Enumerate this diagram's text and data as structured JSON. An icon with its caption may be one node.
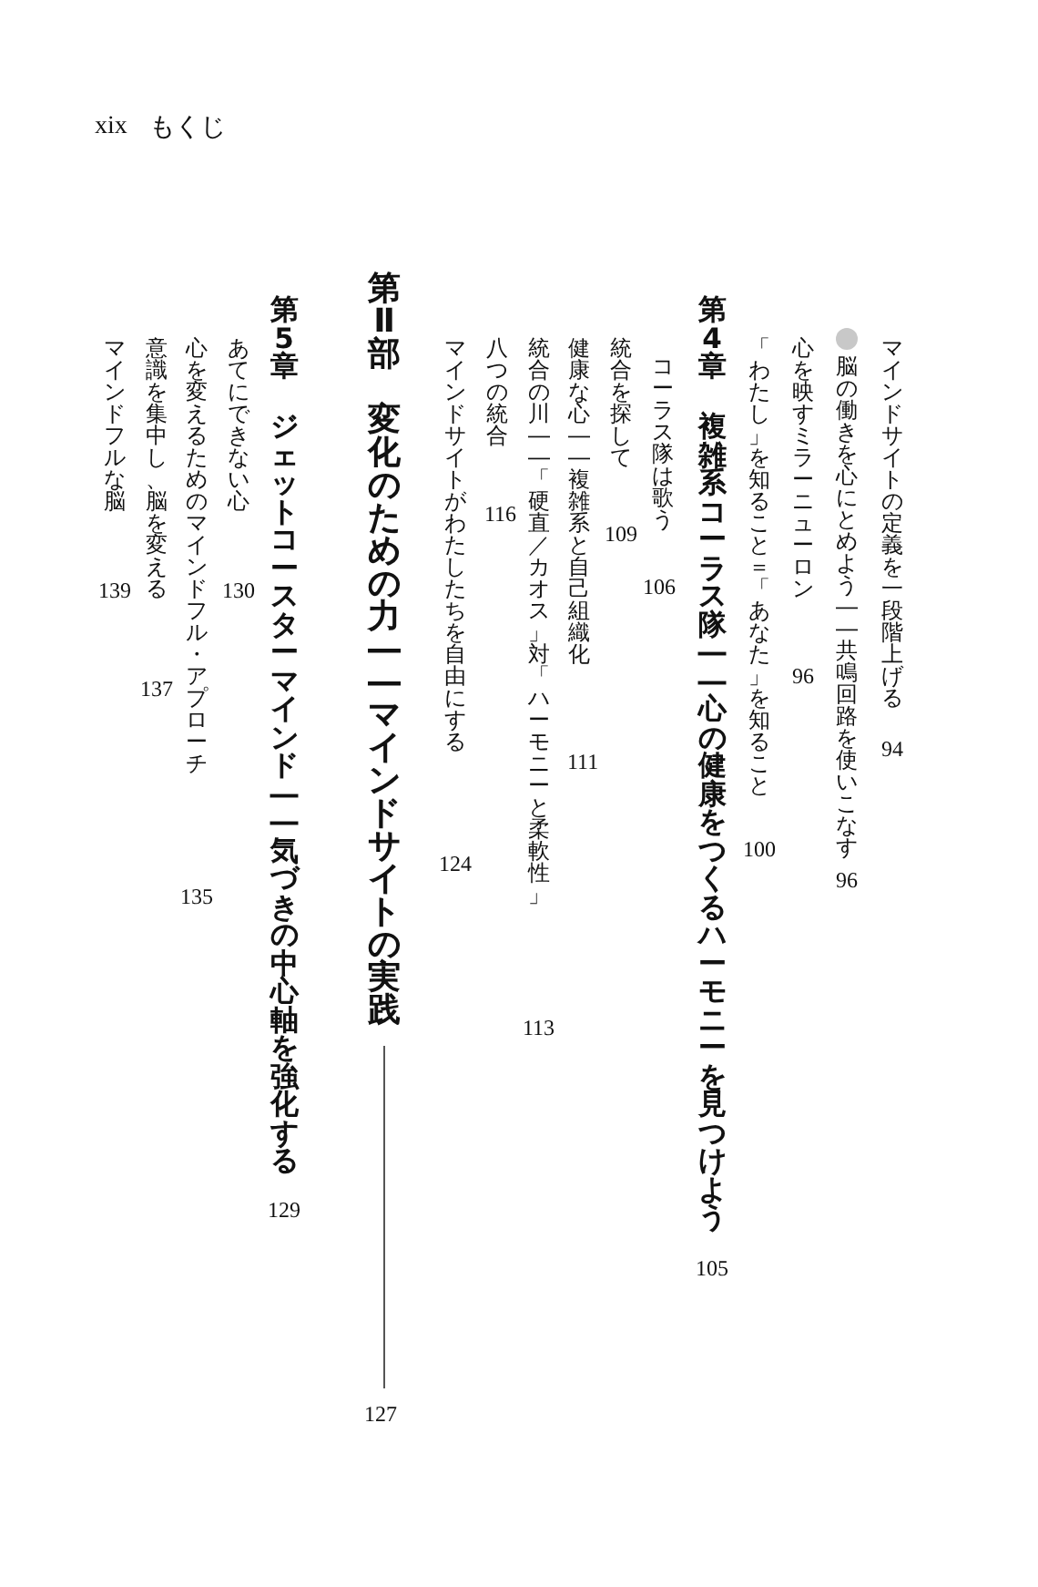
{
  "diagram": {
    "labels": [
      "xix",
      "もくじ",
      "マインドサイトの定義を一段階上げる",
      "94",
      "脳の働きを心にとめよう――共鳴回路を使いこなす",
      "96",
      "心を映すミラーニューロン",
      "96",
      "「わたし」を知ること＝「あなた」を知ること",
      "100",
      "第4章",
      "複雑系コーラス隊――心の健康をつくるハーモニーを見つけよう",
      "105",
      "コーラス隊は歌う",
      "106",
      "統合を探して",
      "109",
      "健康な心――複雑系と自己組織化",
      "111",
      "統合の川――「硬直／カオス」対「ハーモニーと柔軟性」",
      "113",
      "八つの統合",
      "116",
      "マインドサイトがわたしたちを自由にする",
      "124",
      "第Ⅱ部",
      "第5章",
      "ジェットコースターマインド――気づきの中心軸を強化する",
      "129",
      "あてにできない心",
      "130",
      "心を変えるためのマインドフル・アプローチ",
      "135",
      "意識を集中し、脳を変える",
      "137",
      "マインドフルな脳",
      "139"
    ],
    "nodes": [
      {
        "text": [
          "変化のための力――マインドサイトの実践"
        ]
      },
      {
        "text": [
          "127"
        ]
      }
    ],
    "edges": [
      {
        "from": 0,
        "to": 1,
        "arrow": "none"
      }
    ]
  }
}
